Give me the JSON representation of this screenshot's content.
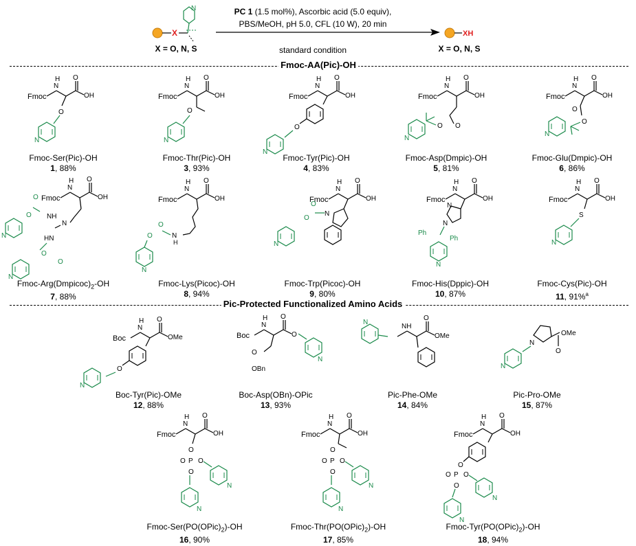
{
  "reaction": {
    "reactant_x_label": "X",
    "reactant_caption": "X = O, N, S",
    "product_group": "XH",
    "product_caption": "X = O, N, S",
    "conditions_bold": "PC 1",
    "conditions_line1_rest": " (1.5 mol%), Ascorbic acid (5.0 equiv),",
    "conditions_line2": "PBS/MeOH, pH 5.0, CFL (10 W), 20 min",
    "below_arrow": "standard condition"
  },
  "sections": [
    {
      "title": "Fmoc-AA(Pic)-OH"
    },
    {
      "title": "Pic-Protected Functionalized Amino Acids"
    }
  ],
  "compounds": [
    {
      "name": "Fmoc-Ser(Pic)-OH",
      "number": "1",
      "yield": ", 88%"
    },
    {
      "name": "Fmoc-Thr(Pic)-OH",
      "number": "3",
      "yield": ", 93%"
    },
    {
      "name": "Fmoc-Tyr(Pic)-OH",
      "number": "4",
      "yield": ", 83%"
    },
    {
      "name": "Fmoc-Asp(Dmpic)-OH",
      "number": "5",
      "yield": ", 81%"
    },
    {
      "name": "Fmoc-Glu(Dmpic)-OH",
      "number": "6",
      "yield": ", 86%"
    },
    {
      "name": "Fmoc-Arg(Dmpicoc)",
      "name_sub": "2",
      "name_after": "-OH",
      "number": "7",
      "yield": ", 88%"
    },
    {
      "name": "Fmoc-Lys(Picoc)-OH",
      "number": "8",
      "yield": ", 94%"
    },
    {
      "name": "Fmoc-Trp(Picoc)-OH",
      "number": "9",
      "yield": ", 80%"
    },
    {
      "name": "Fmoc-His(Dppic)-OH",
      "number": "10",
      "yield": ", 87%"
    },
    {
      "name": "Fmoc-Cys(Pic)-OH",
      "number": "11",
      "yield": ", 91%",
      "sup": "a"
    },
    {
      "name": "Boc-Tyr(Pic)-OMe",
      "number": "12",
      "yield": ", 88%"
    },
    {
      "name": "Boc-Asp(OBn)-OPic",
      "number": "13",
      "yield": ", 93%"
    },
    {
      "name": "Pic-Phe-OMe",
      "number": "14",
      "yield": ", 84%"
    },
    {
      "name": "Pic-Pro-OMe",
      "number": "15",
      "yield": ", 87%"
    },
    {
      "name": "Fmoc-Ser(PO(OPic)",
      "name_sub": "2",
      "name_after": ")-OH",
      "number": "16",
      "yield": ", 90%"
    },
    {
      "name": "Fmoc-Thr(PO(OPic)",
      "name_sub": "2",
      "name_after": ")-OH",
      "number": "17",
      "yield": ", 85%"
    },
    {
      "name": "Fmoc-Tyr(PO(OPic)",
      "name_sub": "2",
      "name_after": ")-OH",
      "number": "18",
      "yield": ", 94%"
    }
  ],
  "atoms": {
    "Fmoc": "Fmoc",
    "Boc": "Boc",
    "H": "H",
    "N": "N",
    "O": "O",
    "OH": "OH",
    "NH": "NH",
    "HN": "HN",
    "S": "S",
    "P": "P",
    "OMe": "OMe",
    "OBn": "OBn",
    "Ph": "Ph"
  },
  "colors": {
    "pic_green": "#1a8a4a",
    "bead": "#f5a623",
    "red": "#e02020",
    "black": "#000000"
  }
}
